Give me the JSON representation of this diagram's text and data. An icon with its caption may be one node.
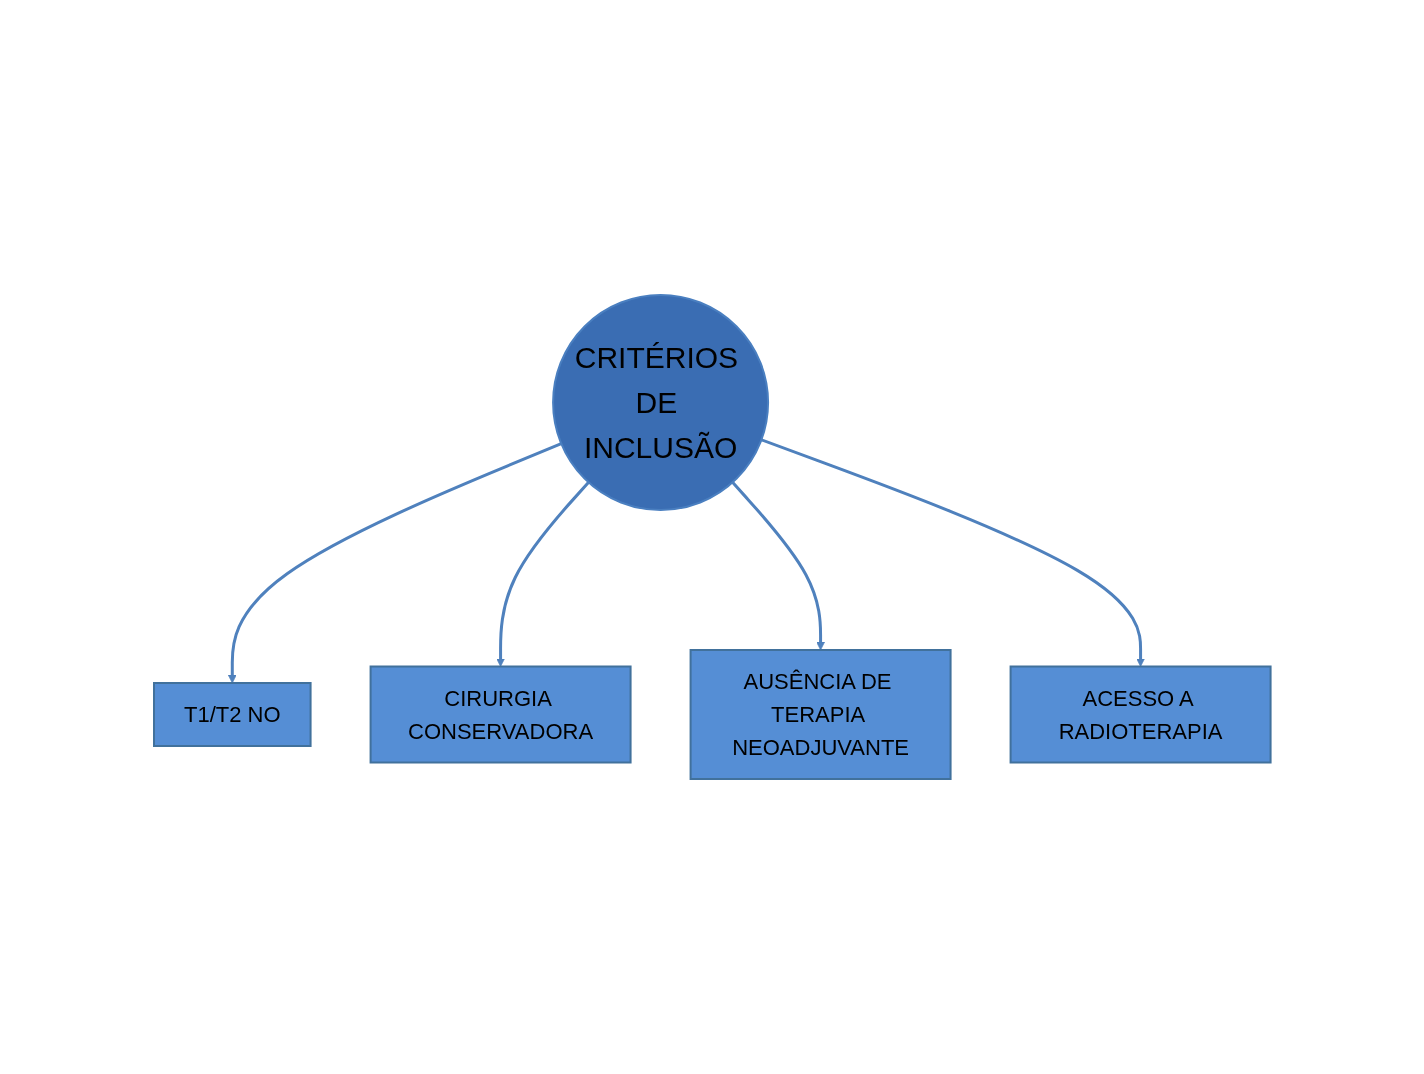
{
  "diagram": {
    "nodes": [
      {
        "text": [
          "T1/T2 NO"
        ]
      },
      {
        "text": [
          "CRITÉRIOS DE INCLUSÃO"
        ]
      },
      {
        "text": [
          "CIRURGIA CONSERVADORA"
        ]
      },
      {
        "text": [
          "AUSÊNCIA DE TERAPIA NEOADJUVANTE"
        ]
      },
      {
        "text": [
          "ACESSO A RADIOTERAPIA"
        ]
      }
    ],
    "edges": [
      {
        "from": 1,
        "to": 0,
        "arrow": "to"
      },
      {
        "from": 1,
        "to": 2,
        "arrow": "to"
      },
      {
        "from": 1,
        "to": 3,
        "arrow": "to"
      },
      {
        "from": 1,
        "to": 4,
        "arrow": "to"
      }
    ]
  }
}
